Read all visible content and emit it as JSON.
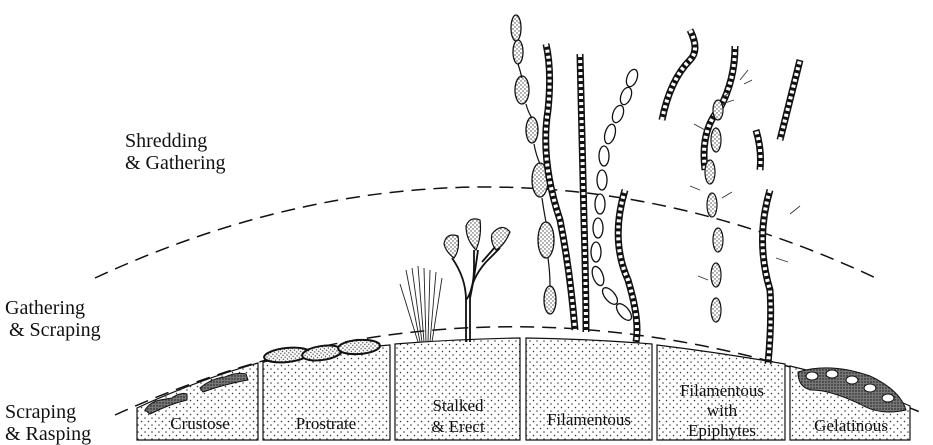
{
  "zones": [
    {
      "line1": "Shredding",
      "line2": "& Gathering"
    },
    {
      "line1": "Gathering",
      "line2": "& Scraping"
    },
    {
      "line1": "Scraping",
      "line2": "& Rasping"
    }
  ],
  "growth_forms": [
    {
      "lines": [
        "Crustose"
      ]
    },
    {
      "lines": [
        "Prostrate"
      ]
    },
    {
      "lines": [
        "Stalked",
        "& Erect"
      ]
    },
    {
      "lines": [
        "Filamentous"
      ]
    },
    {
      "lines": [
        "Filamentous",
        "with",
        "Epiphytes"
      ]
    },
    {
      "lines": [
        "Gelatinous"
      ]
    }
  ]
}
